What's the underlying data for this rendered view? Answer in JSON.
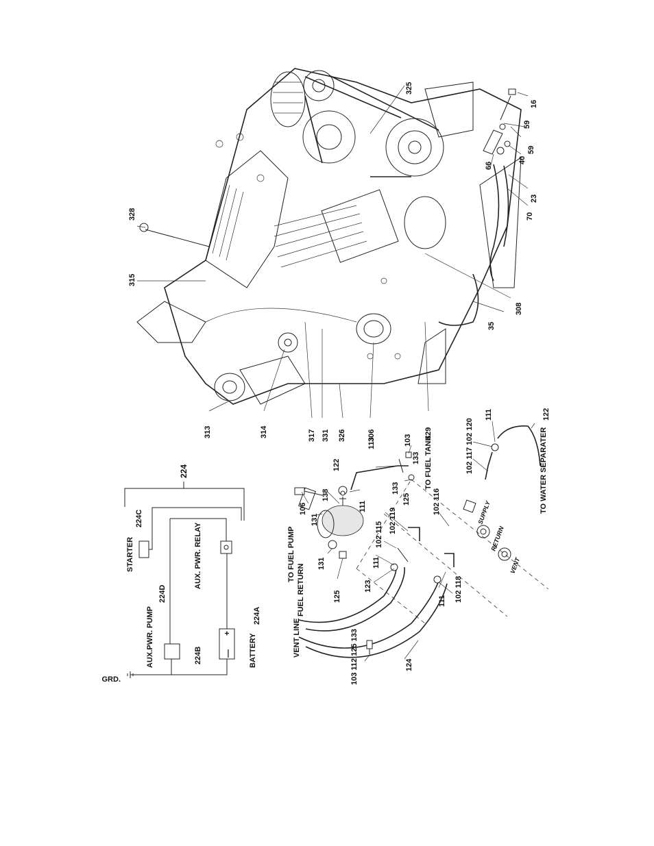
{
  "engine_callouts": [
    "328",
    "315",
    "313",
    "314",
    "317",
    "331",
    "326",
    "306",
    "329",
    "35",
    "308",
    "70",
    "23",
    "66",
    "40",
    "59",
    "59",
    "16",
    "325"
  ],
  "wiring": {
    "group_label": "224",
    "starter": "STARTER",
    "starter_wire": "224C",
    "pump": "AUX.PWR. PUMP",
    "pump_wire_top": "224D",
    "pump_wire_ground": "224B",
    "ground": "GRD.",
    "relay": "AUX. PWR. RELAY",
    "battery": "BATTERY",
    "battery_wire": "224A",
    "plus": "+",
    "minus": "—"
  },
  "fuel_system": {
    "to_fuel_pump": "TO FUEL PUMP",
    "to_fuel_tank": "TO FUEL TANK",
    "fuel_return": "FUEL RETURN",
    "vent_line": "VENT LINE",
    "to_water_separater": "TO WATER SEPARATER",
    "supply": "SUPPLY",
    "return": "RETURN",
    "vent": "VENT",
    "callouts": {
      "c106": "106",
      "c131a": "131",
      "c138": "138",
      "c131b": "131",
      "c125a": "125",
      "c122a": "122",
      "c113": "113",
      "c103": "103",
      "c133a": "133",
      "c133b": "133",
      "c125b": "125",
      "c111a": "111",
      "c102_119": "102 119",
      "c102_115": "102 115",
      "c111b": "111",
      "c123": "123",
      "c102_116": "102 116",
      "c102_117": "102 117",
      "c102_120": "102 120",
      "c111c": "111",
      "c122b": "122",
      "c102_118": "102 118",
      "c111d": "111",
      "c124": "124",
      "c_stack": "103 112 125 133"
    }
  }
}
